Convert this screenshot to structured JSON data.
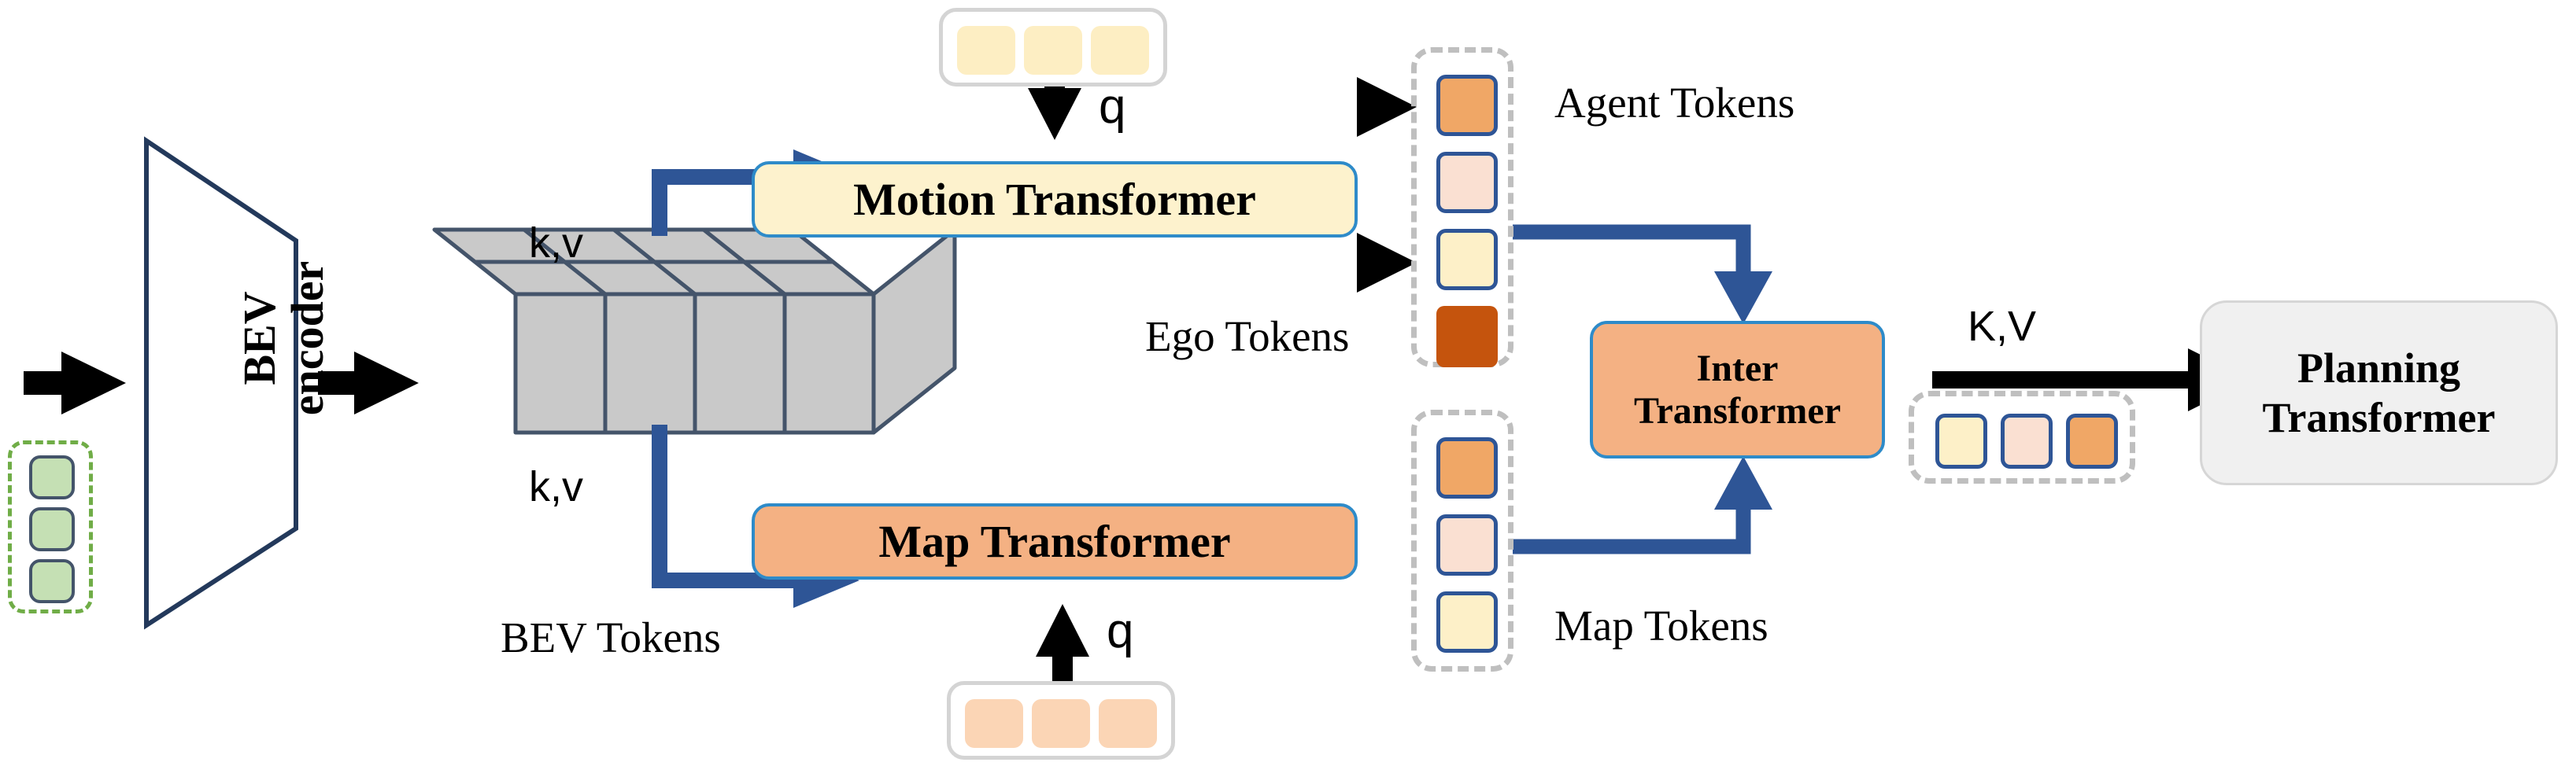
{
  "diagram": {
    "title": "BEV-based multi-transformer planning pipeline",
    "modules": {
      "bev_encoder": {
        "line1": "BEV",
        "line2": "encoder"
      },
      "motion_transformer": {
        "label": "Motion Transformer"
      },
      "map_transformer": {
        "label": "Map Transformer"
      },
      "inter_transformer": {
        "line1": "Inter",
        "line2": "Transformer"
      },
      "planning_transformer": {
        "line1": "Planning",
        "line2": "Transformer"
      }
    },
    "labels": {
      "kv_top": "k,v",
      "kv_bottom": "k,v",
      "bev_tokens": "BEV Tokens",
      "q_top": "q",
      "q_bottom": "q",
      "agent_tokens": "Agent Tokens",
      "ego_tokens": "Ego Tokens",
      "map_tokens": "Map Tokens",
      "kv_out": "K,V"
    },
    "token_groups": {
      "input_tokens": {
        "name": "input-tokens",
        "orientation": "vertical",
        "border": "dashed-green",
        "colors": [
          "#c5e0b4",
          "#c5e0b4",
          "#c5e0b4"
        ]
      },
      "motion_query_tokens": {
        "name": "motion-query-tokens",
        "orientation": "horizontal",
        "border": "solid-gray",
        "colors": [
          "#fdeec3",
          "#fdeec3",
          "#fdeec3"
        ]
      },
      "map_query_tokens": {
        "name": "map-query-tokens",
        "orientation": "horizontal",
        "border": "solid-gray",
        "colors": [
          "#fbd5b5",
          "#fbd5b5",
          "#fbd5b5"
        ]
      },
      "agent_tokens": {
        "name": "agent-tokens",
        "orientation": "vertical",
        "border": "dashed-gray",
        "colors": [
          "#f0a766",
          "#fae0d2",
          "#fdf0c8",
          "#c5540d"
        ]
      },
      "map_tokens": {
        "name": "map-tokens",
        "orientation": "vertical",
        "border": "dashed-gray",
        "colors": [
          "#f0a766",
          "#fae0d2",
          "#fdf0c8"
        ]
      },
      "inter_output_tokens": {
        "name": "inter-output-tokens",
        "orientation": "horizontal",
        "border": "dashed-gray",
        "colors": [
          "#fdf0c8",
          "#fae0d2",
          "#f0a766"
        ]
      }
    },
    "colors": {
      "motion_fill": "#fdf2cd",
      "map_fill": "#f4b183",
      "inter_fill": "#f4b183",
      "planning_fill": "#f0f0f0",
      "box_stroke": "#2e8bc9",
      "bev_stroke": "#23395b",
      "bev_cube_fill": "#c9c9c9",
      "blue_arrow": "#2e5596",
      "black_arrow": "#000000",
      "dashed_gray": "#bfbfbf",
      "dashed_green": "#70ad47",
      "token_stroke": "#2e5596",
      "green_token": "#c5e0b4"
    }
  }
}
